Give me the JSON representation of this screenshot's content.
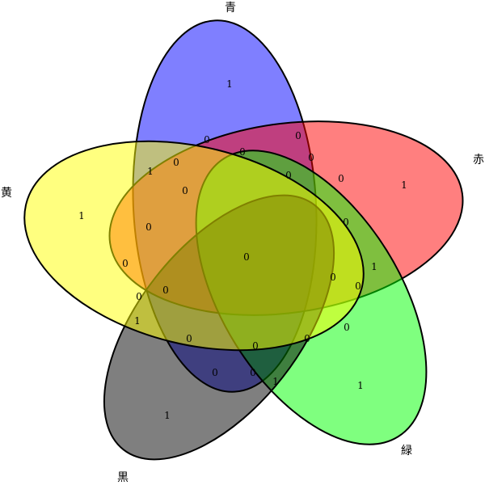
{
  "diagram": {
    "type": "five-set venn diagram",
    "sets": [
      {
        "id": "blue",
        "label": "青",
        "color": "#0000ff"
      },
      {
        "id": "red",
        "label": "赤",
        "color": "#ff0000"
      },
      {
        "id": "green",
        "label": "緑",
        "color": "#00ff00"
      },
      {
        "id": "black",
        "label": "黒",
        "color": "#000000"
      },
      {
        "id": "yellow",
        "label": "黄",
        "color": "#ffff00"
      }
    ],
    "region_values": {
      "blue_only": "1",
      "red_only": "1",
      "green_only": "1",
      "black_only": "1",
      "yellow_only": "1",
      "r1": "1",
      "r2": "0",
      "r3": "0",
      "r4": "0",
      "r5": "0",
      "r6": "0",
      "r7": "0",
      "r8": "0",
      "r9": "0",
      "r10": "0",
      "r11": "1",
      "r12": "0",
      "r13": "0",
      "r14": "0",
      "r15": "0",
      "r16": "0",
      "r17": "1",
      "r18": "0",
      "r19": "0",
      "r20": "0",
      "r21": "0",
      "r22": "0",
      "r23": "1",
      "r24": "0",
      "r25": "0",
      "center": "0"
    }
  }
}
